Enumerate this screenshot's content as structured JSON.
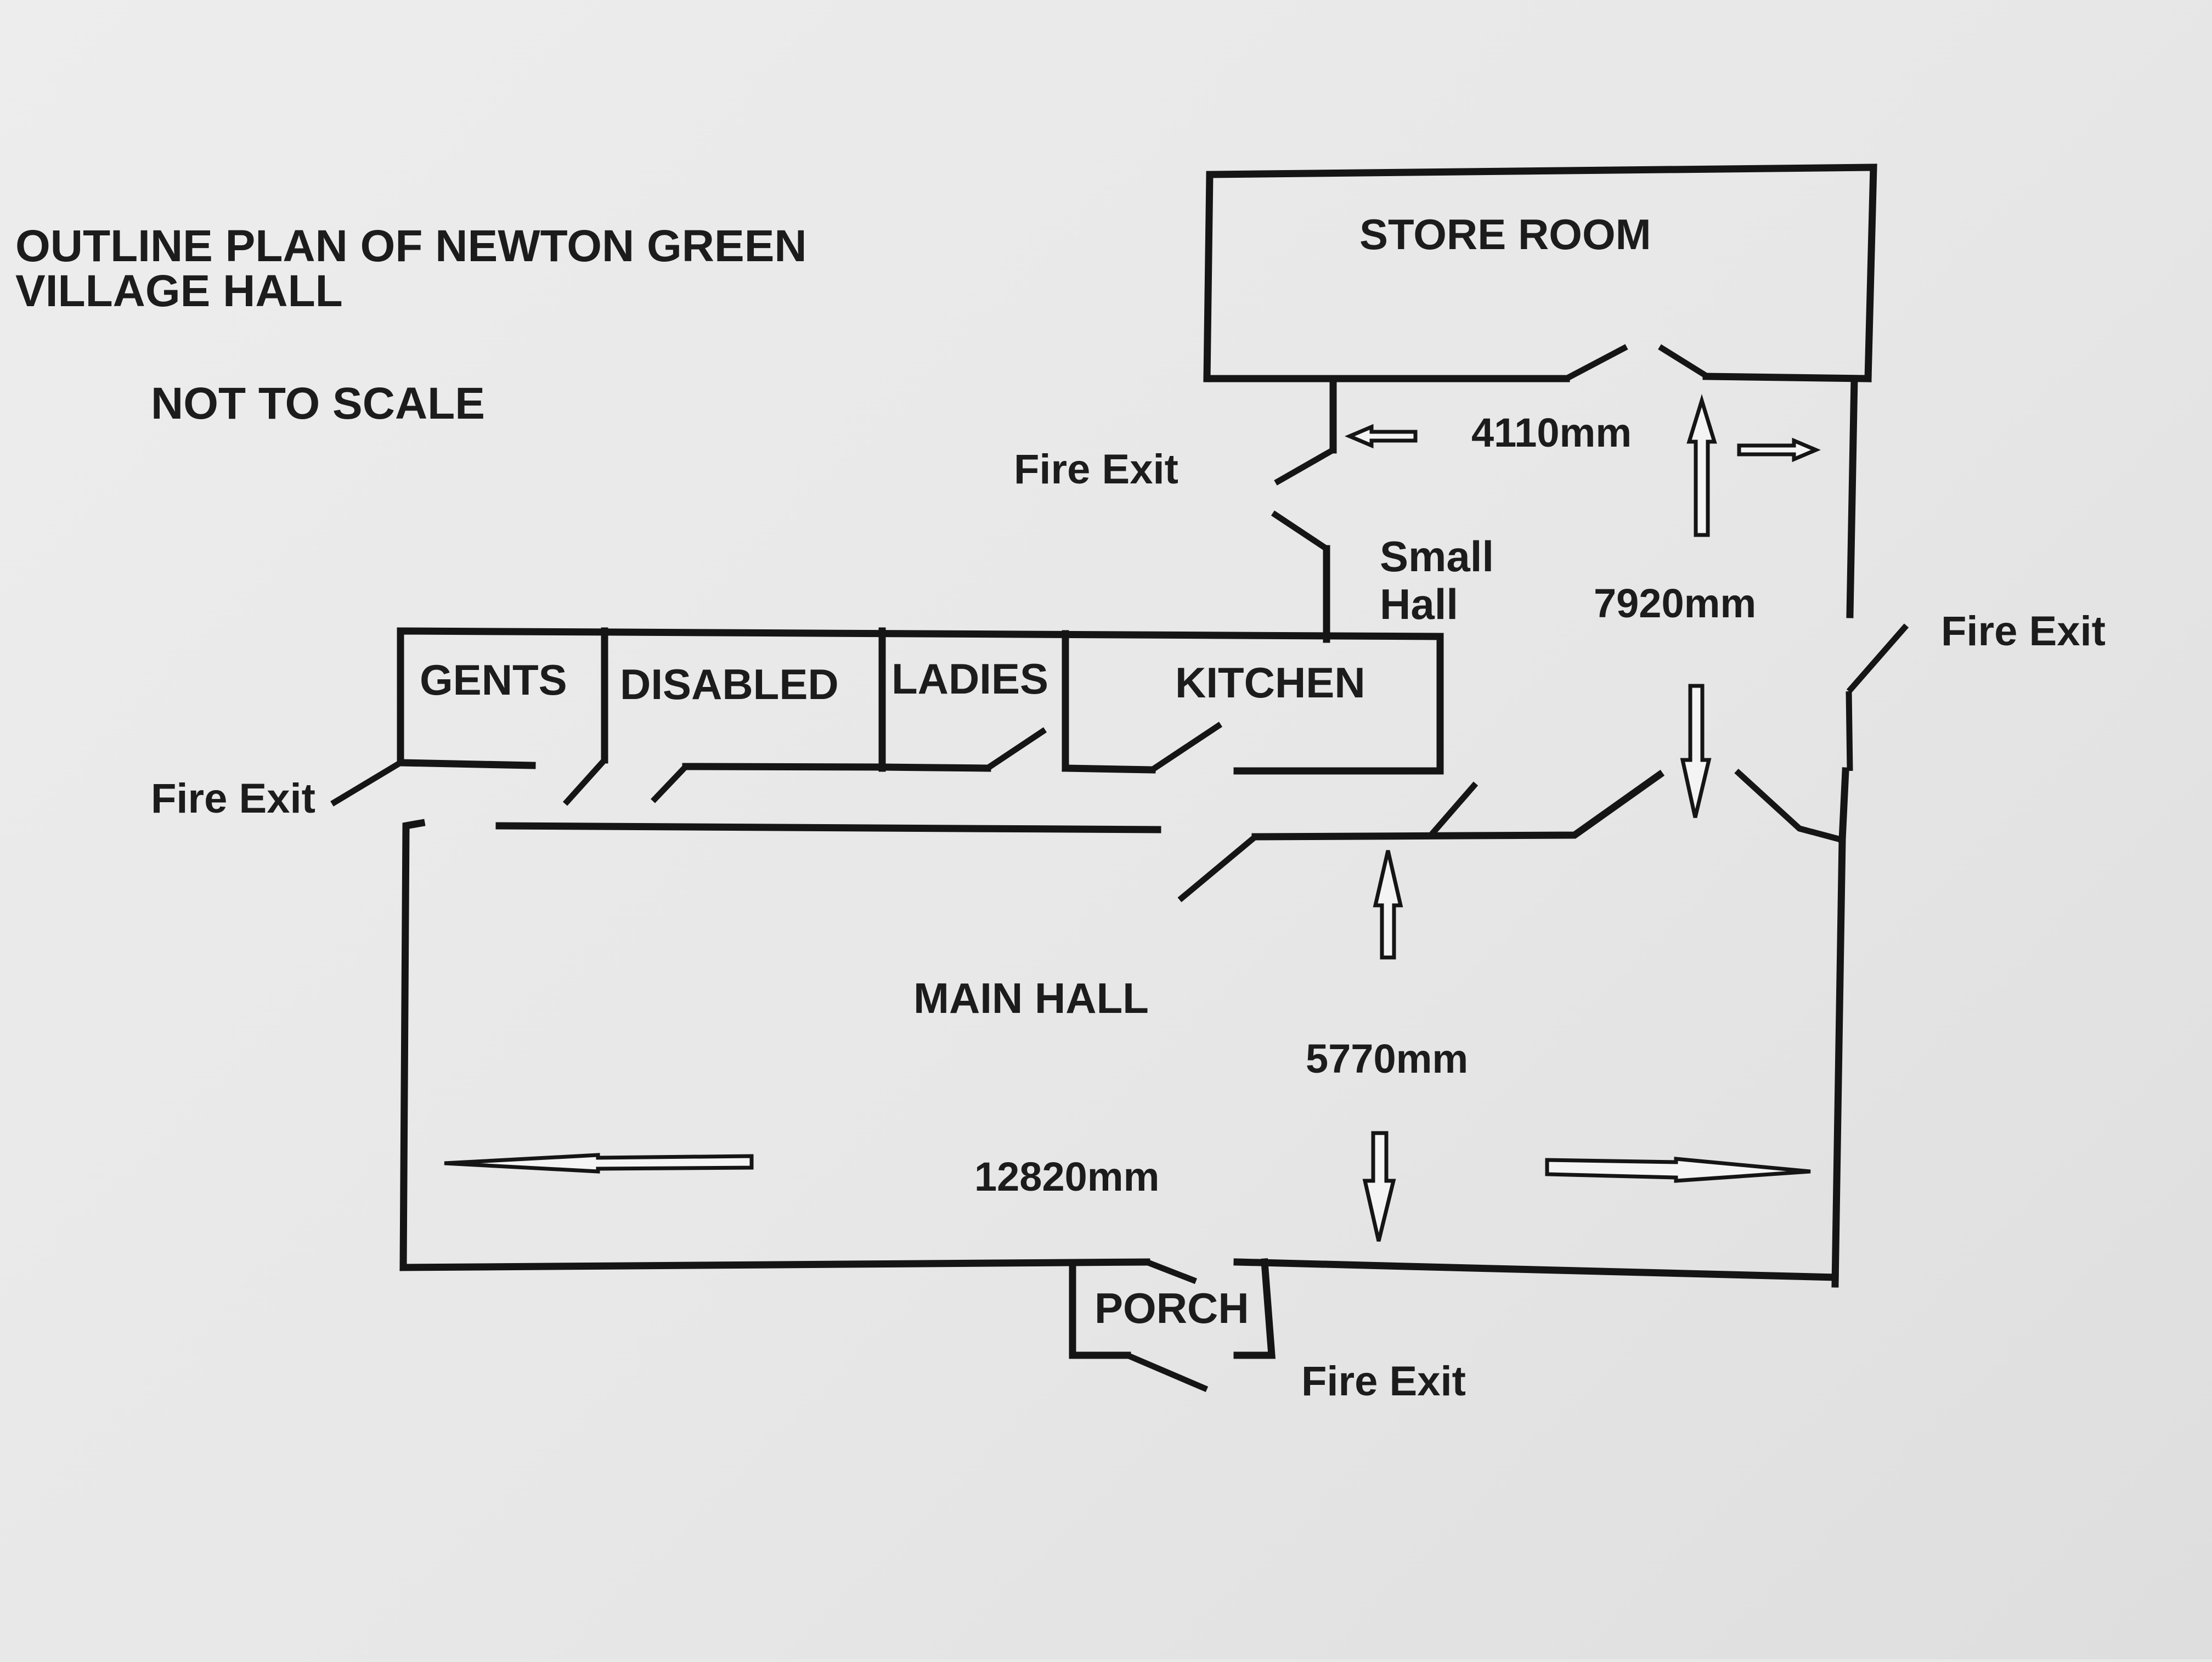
{
  "title": {
    "line1": "OUTLINE PLAN OF NEWTON GREEN",
    "line2": "VILLAGE HALL",
    "note": "NOT TO SCALE"
  },
  "rooms": {
    "store_room": "STORE ROOM",
    "small_hall_line1": "Small",
    "small_hall_line2": "Hall",
    "gents": "GENTS",
    "disabled": "DISABLED",
    "ladies": "LADIES",
    "kitchen": "KITCHEN",
    "main_hall": "MAIN HALL",
    "porch": "PORCH"
  },
  "exits": {
    "small_hall_west": "Fire Exit",
    "small_hall_east": "Fire Exit",
    "gents_west": "Fire Exit",
    "porch": "Fire Exit"
  },
  "dimensions": {
    "small_hall_width": "4110mm",
    "small_hall_length": "7920mm",
    "main_hall_depth": "5770mm",
    "main_hall_length": "12820mm"
  }
}
